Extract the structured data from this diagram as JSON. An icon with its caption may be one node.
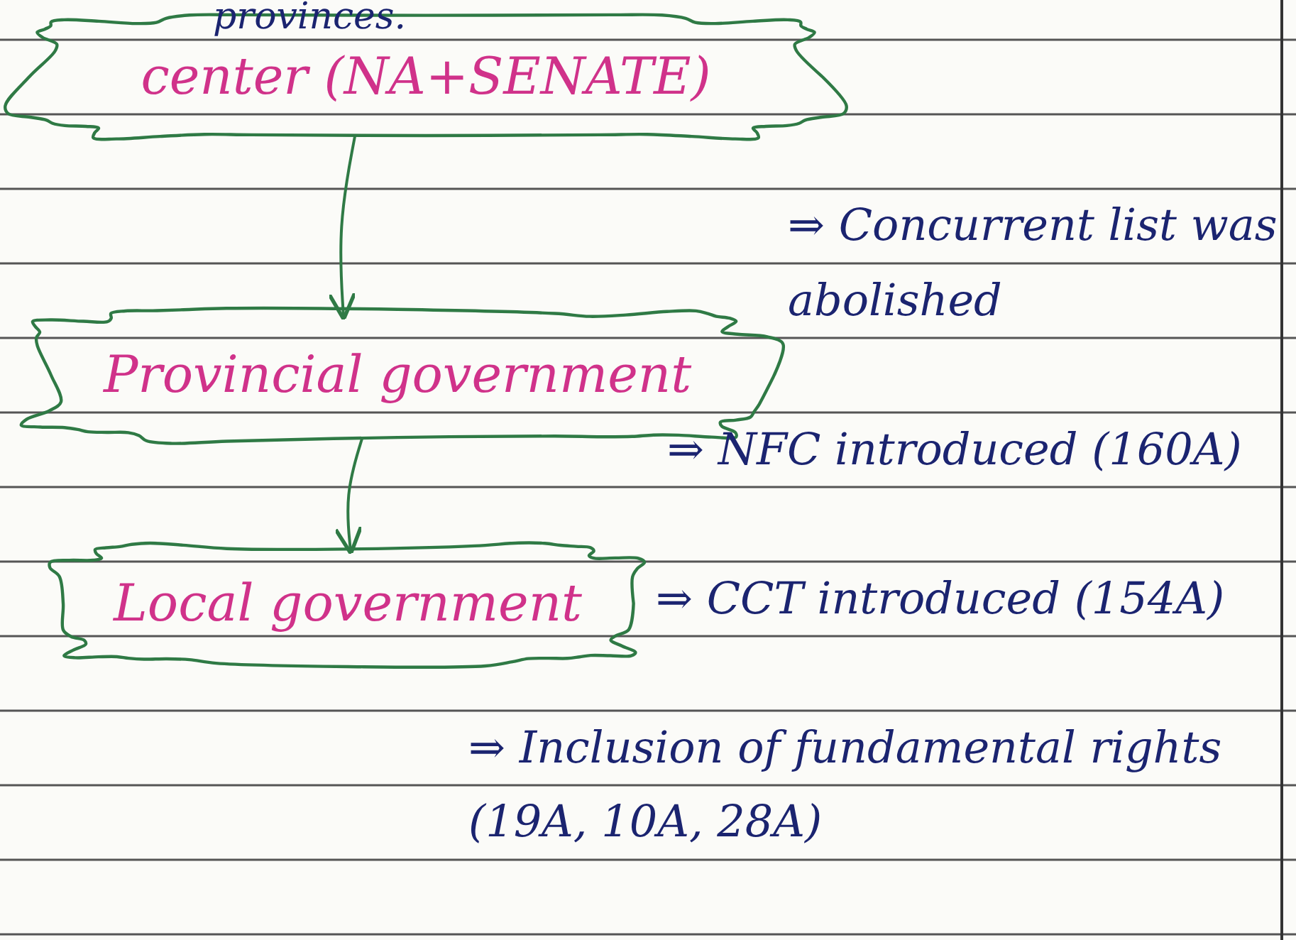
{
  "diagram": {
    "nodes": [
      {
        "text": [
          "center (NA+SENATE)"
        ]
      },
      {
        "text": [
          "Provincial government"
        ]
      },
      {
        "text": [
          "Local government"
        ]
      }
    ],
    "edges": [
      {
        "from": 0,
        "to": 1,
        "arrow": "to"
      },
      {
        "from": 1,
        "to": 2,
        "arrow": "to"
      }
    ],
    "labels": [
      "provinces.",
      "⇒ Concurrent list was abolished",
      "⇒ NFC introduced (160A)",
      "⇒ CCT introduced (154A)",
      "⇒ Inclusion of fundamental rights (19A, 10A, 28A)"
    ]
  }
}
